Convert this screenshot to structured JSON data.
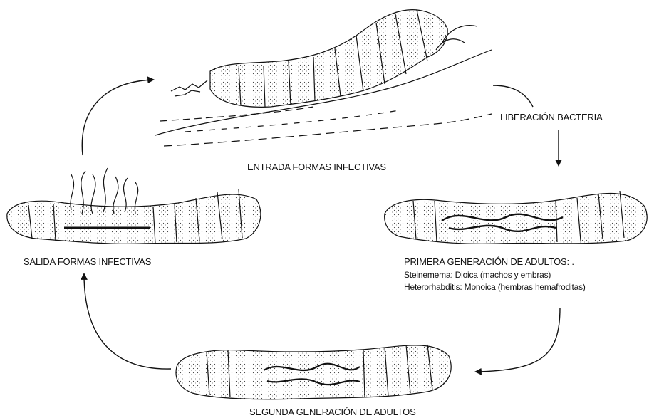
{
  "labels": {
    "entrada": "ENTRADA FORMAS INFECTIVAS",
    "liberacion": "LIBERACIÓN BACTERIA",
    "primera_title": "PRIMERA GENERACIÓN DE ADULTOS: .",
    "primera_line1": "Steinemema: Dioica (machos y embras)",
    "primera_line2": "Heterorhabditis: Monoica (hembras hemafroditas)",
    "segunda": "SEGUNDA GENERACIÓN DE ADULTOS",
    "salida": "SALIDA FORMAS INFECTIVAS"
  }
}
